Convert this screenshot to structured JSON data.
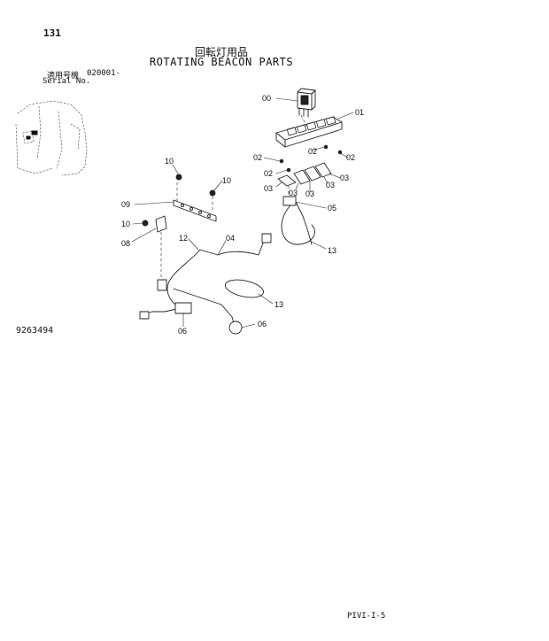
{
  "page": {
    "number": "131",
    "title_jp": "回転灯用品",
    "title_en": "ROTATING BEACON PARTS",
    "serial_jp_label": "適用号機",
    "serial_range": "020001-",
    "serial_en_label": "Serial No.",
    "drawing_id": "9263494",
    "footer_ref": "PIVI-I-5"
  },
  "callouts": {
    "c00": "00",
    "c01": "01",
    "c02a": "02",
    "c02b": "02",
    "c02c": "02",
    "c02d": "02",
    "c03a": "03",
    "c03b": "03",
    "c03c": "03",
    "c03d": "03",
    "c04": "04",
    "c05": "05",
    "c06a": "06",
    "c06b": "06",
    "c08": "08",
    "c09": "09",
    "c10a": "10",
    "c10b": "10",
    "c10c": "10",
    "c12": "12",
    "c13a": "13",
    "c13b": "13"
  }
}
